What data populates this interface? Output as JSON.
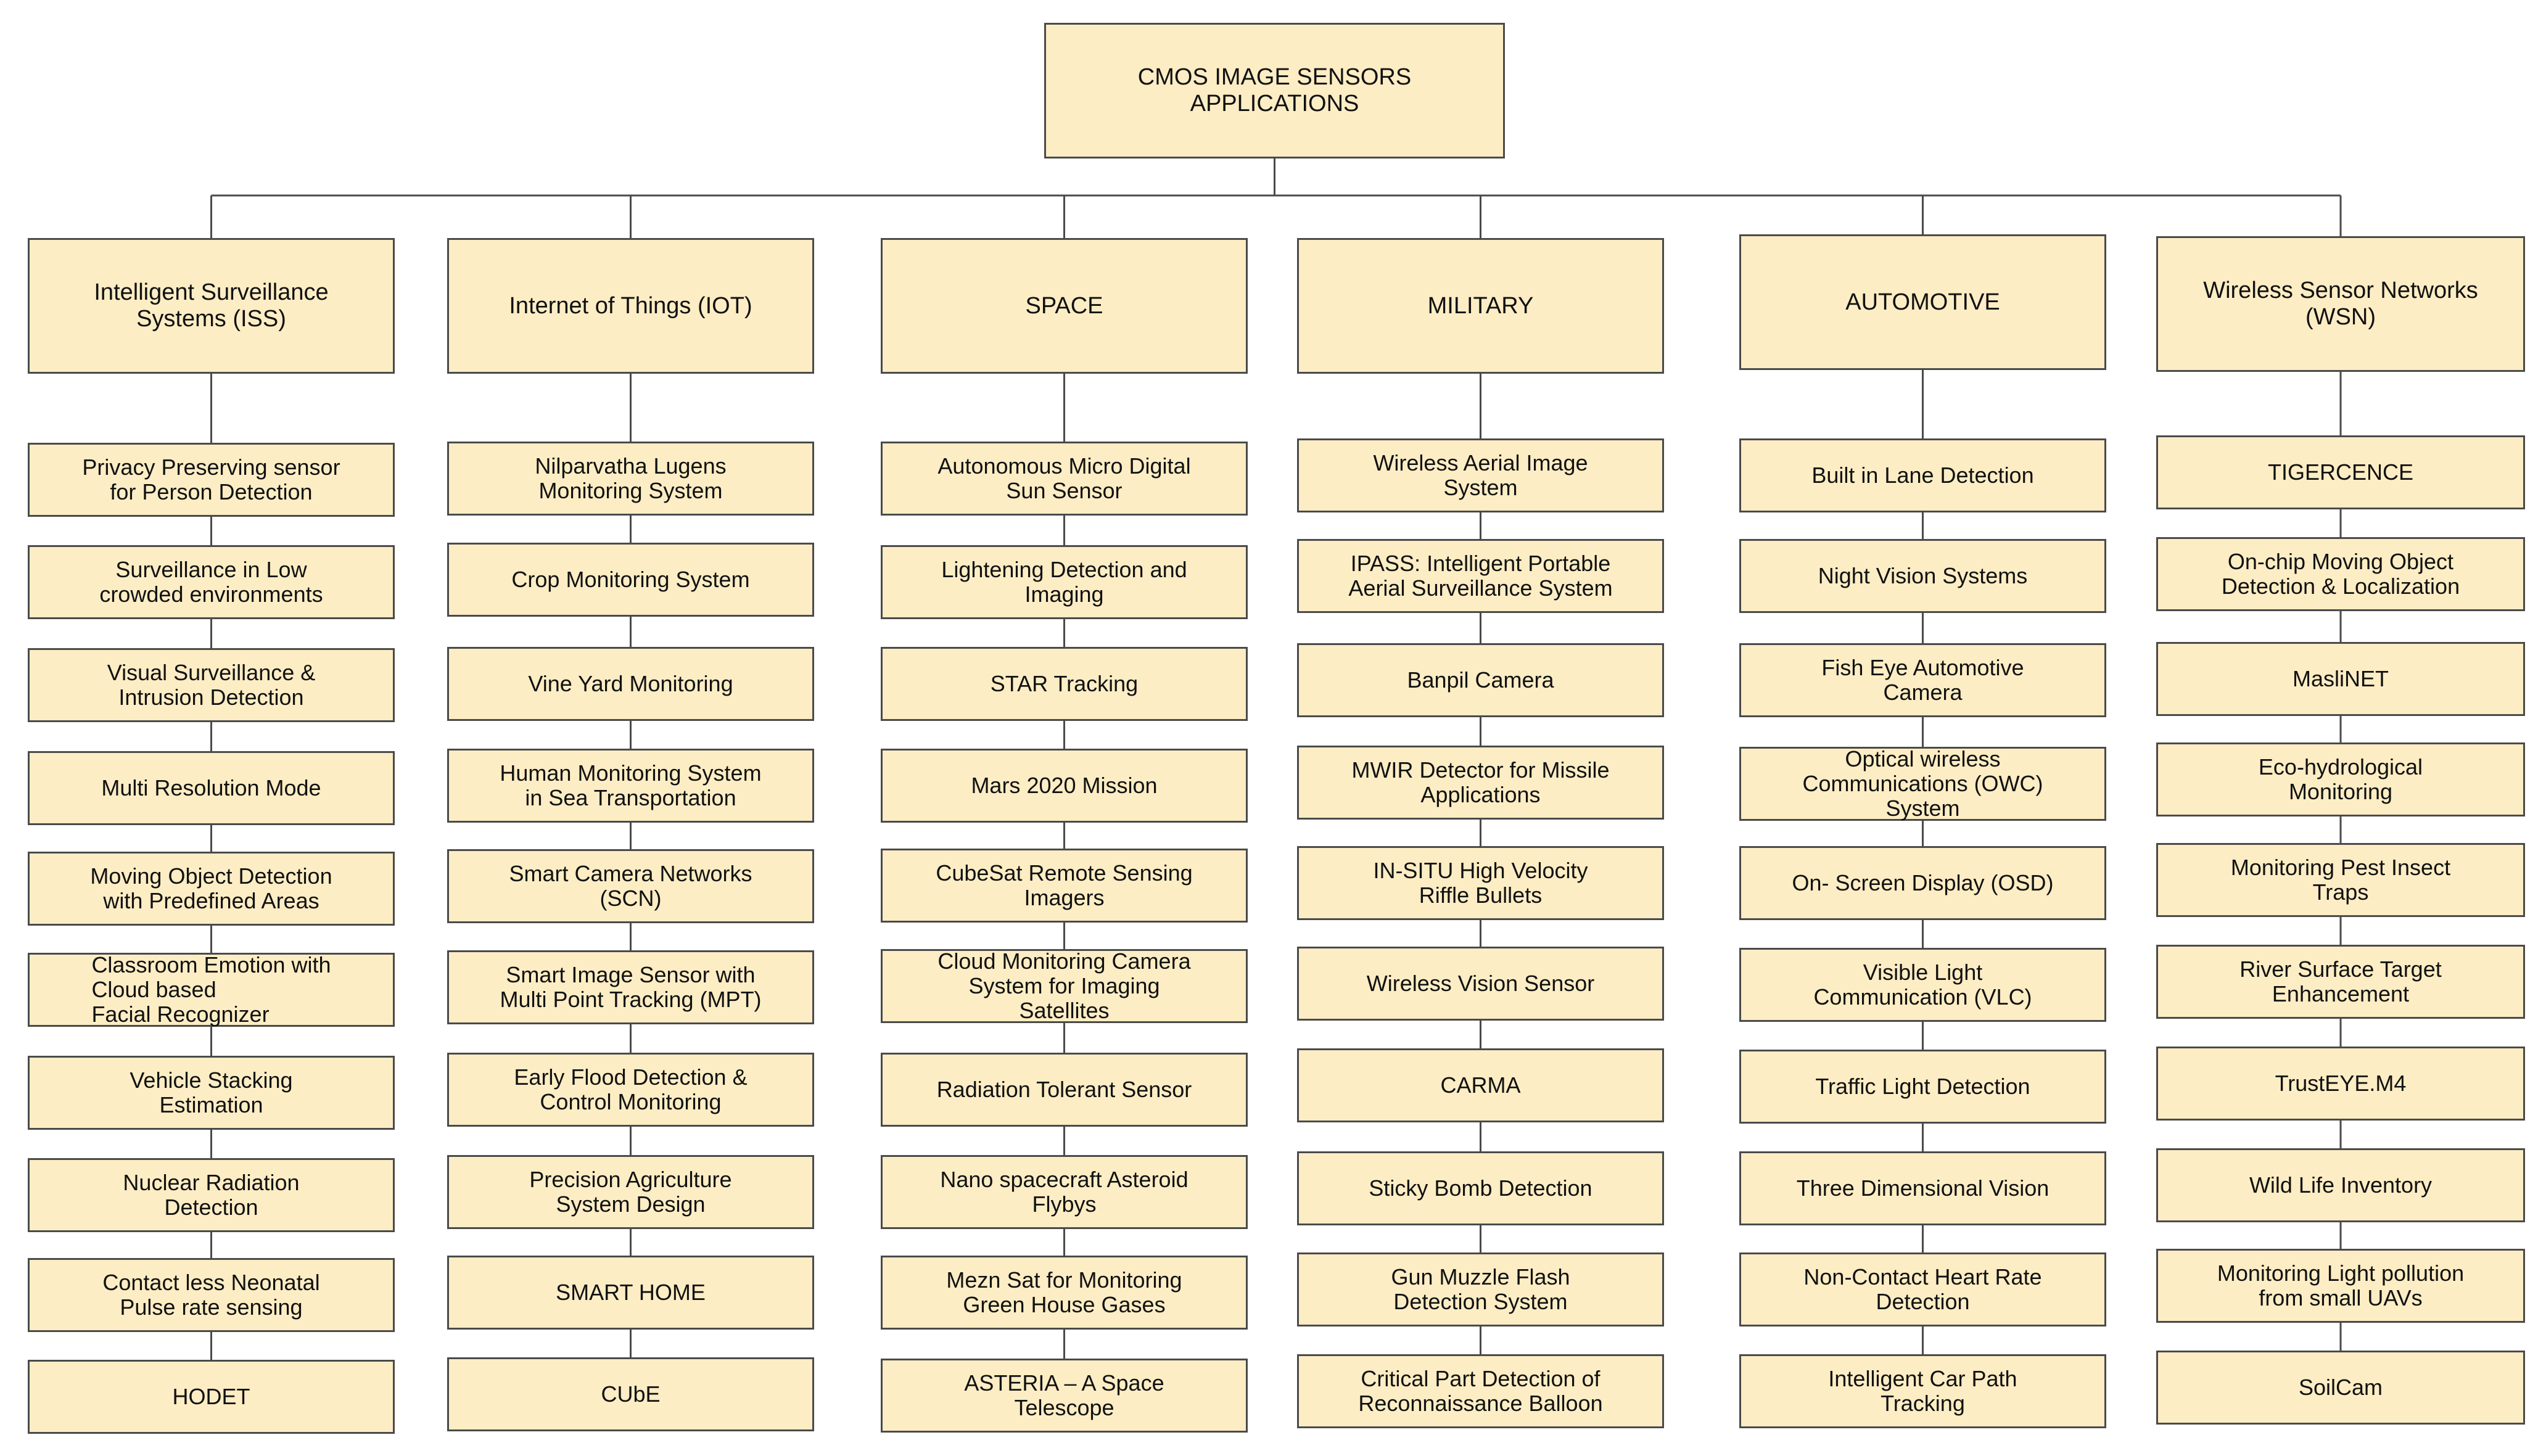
{
  "colors": {
    "box_fill": "#fdedc4",
    "box_border": "#4a4a4a",
    "line": "#4a4a4a",
    "text": "#111111"
  },
  "root": {
    "label": "CMOS IMAGE SENSORS\nAPPLICATIONS"
  },
  "categories": [
    {
      "label": "Intelligent Surveillance\nSystems (ISS)",
      "items": [
        "Privacy Preserving sensor\nfor Person Detection",
        "Surveillance in Low\ncrowded environments",
        "Visual Surveillance &\nIntrusion Detection",
        "Multi Resolution Mode",
        "Moving Object Detection\nwith Predefined Areas",
        "Classroom Emotion with\nCloud based\nFacial Recognizer",
        "Vehicle Stacking\nEstimation",
        "Nuclear Radiation\nDetection",
        "Contact less Neonatal\nPulse rate sensing",
        "HODET"
      ]
    },
    {
      "label": "Internet of Things (IOT)",
      "items": [
        "Nilparvatha Lugens\nMonitoring System",
        "Crop Monitoring System",
        "Vine Yard Monitoring",
        "Human Monitoring System\nin Sea Transportation",
        "Smart Camera Networks\n(SCN)",
        "Smart Image Sensor with\nMulti Point Tracking (MPT)",
        "Early Flood Detection &\nControl Monitoring",
        "Precision Agriculture\nSystem Design",
        "SMART HOME",
        "CUbE"
      ]
    },
    {
      "label": "SPACE",
      "items": [
        "Autonomous Micro Digital\nSun Sensor",
        "Lightening Detection and\nImaging",
        "STAR Tracking",
        "Mars 2020 Mission",
        "CubeSat Remote Sensing\nImagers",
        "Cloud Monitoring Camera\nSystem for Imaging\nSatellites",
        "Radiation Tolerant Sensor",
        "Nano spacecraft Asteroid\nFlybys",
        "Mezn Sat for Monitoring\nGreen House Gases",
        "ASTERIA – A Space\nTelescope"
      ]
    },
    {
      "label": "MILITARY",
      "items": [
        "Wireless Aerial Image\nSystem",
        "IPASS: Intelligent Portable\nAerial Surveillance System",
        "Banpil Camera",
        "MWIR Detector for Missile\nApplications",
        "IN-SITU High Velocity\nRiffle Bullets",
        "Wireless Vision Sensor",
        "CARMA",
        "Sticky Bomb Detection",
        "Gun Muzzle Flash\nDetection System",
        "Critical Part Detection of\nReconnaissance Balloon"
      ]
    },
    {
      "label": "AUTOMOTIVE",
      "items": [
        "Built in Lane Detection",
        "Night Vision Systems",
        "Fish Eye Automotive\nCamera",
        "Optical wireless\nCommunications (OWC)\nSystem",
        "On- Screen Display (OSD)",
        "Visible Light\nCommunication (VLC)",
        "Traffic Light Detection",
        "Three Dimensional Vision",
        "Non-Contact Heart Rate\nDetection",
        "Intelligent Car Path\nTracking"
      ]
    },
    {
      "label": "Wireless Sensor Networks\n(WSN)",
      "items": [
        "TIGERCENCE",
        "On-chip Moving Object\nDetection & Localization",
        "MasliNET",
        "Eco-hydrological\nMonitoring",
        "Monitoring Pest Insect\nTraps",
        "River Surface Target\nEnhancement",
        "TrustEYE.M4",
        "Wild Life Inventory",
        "Monitoring Light pollution\nfrom small UAVs",
        "SoilCam"
      ]
    }
  ]
}
